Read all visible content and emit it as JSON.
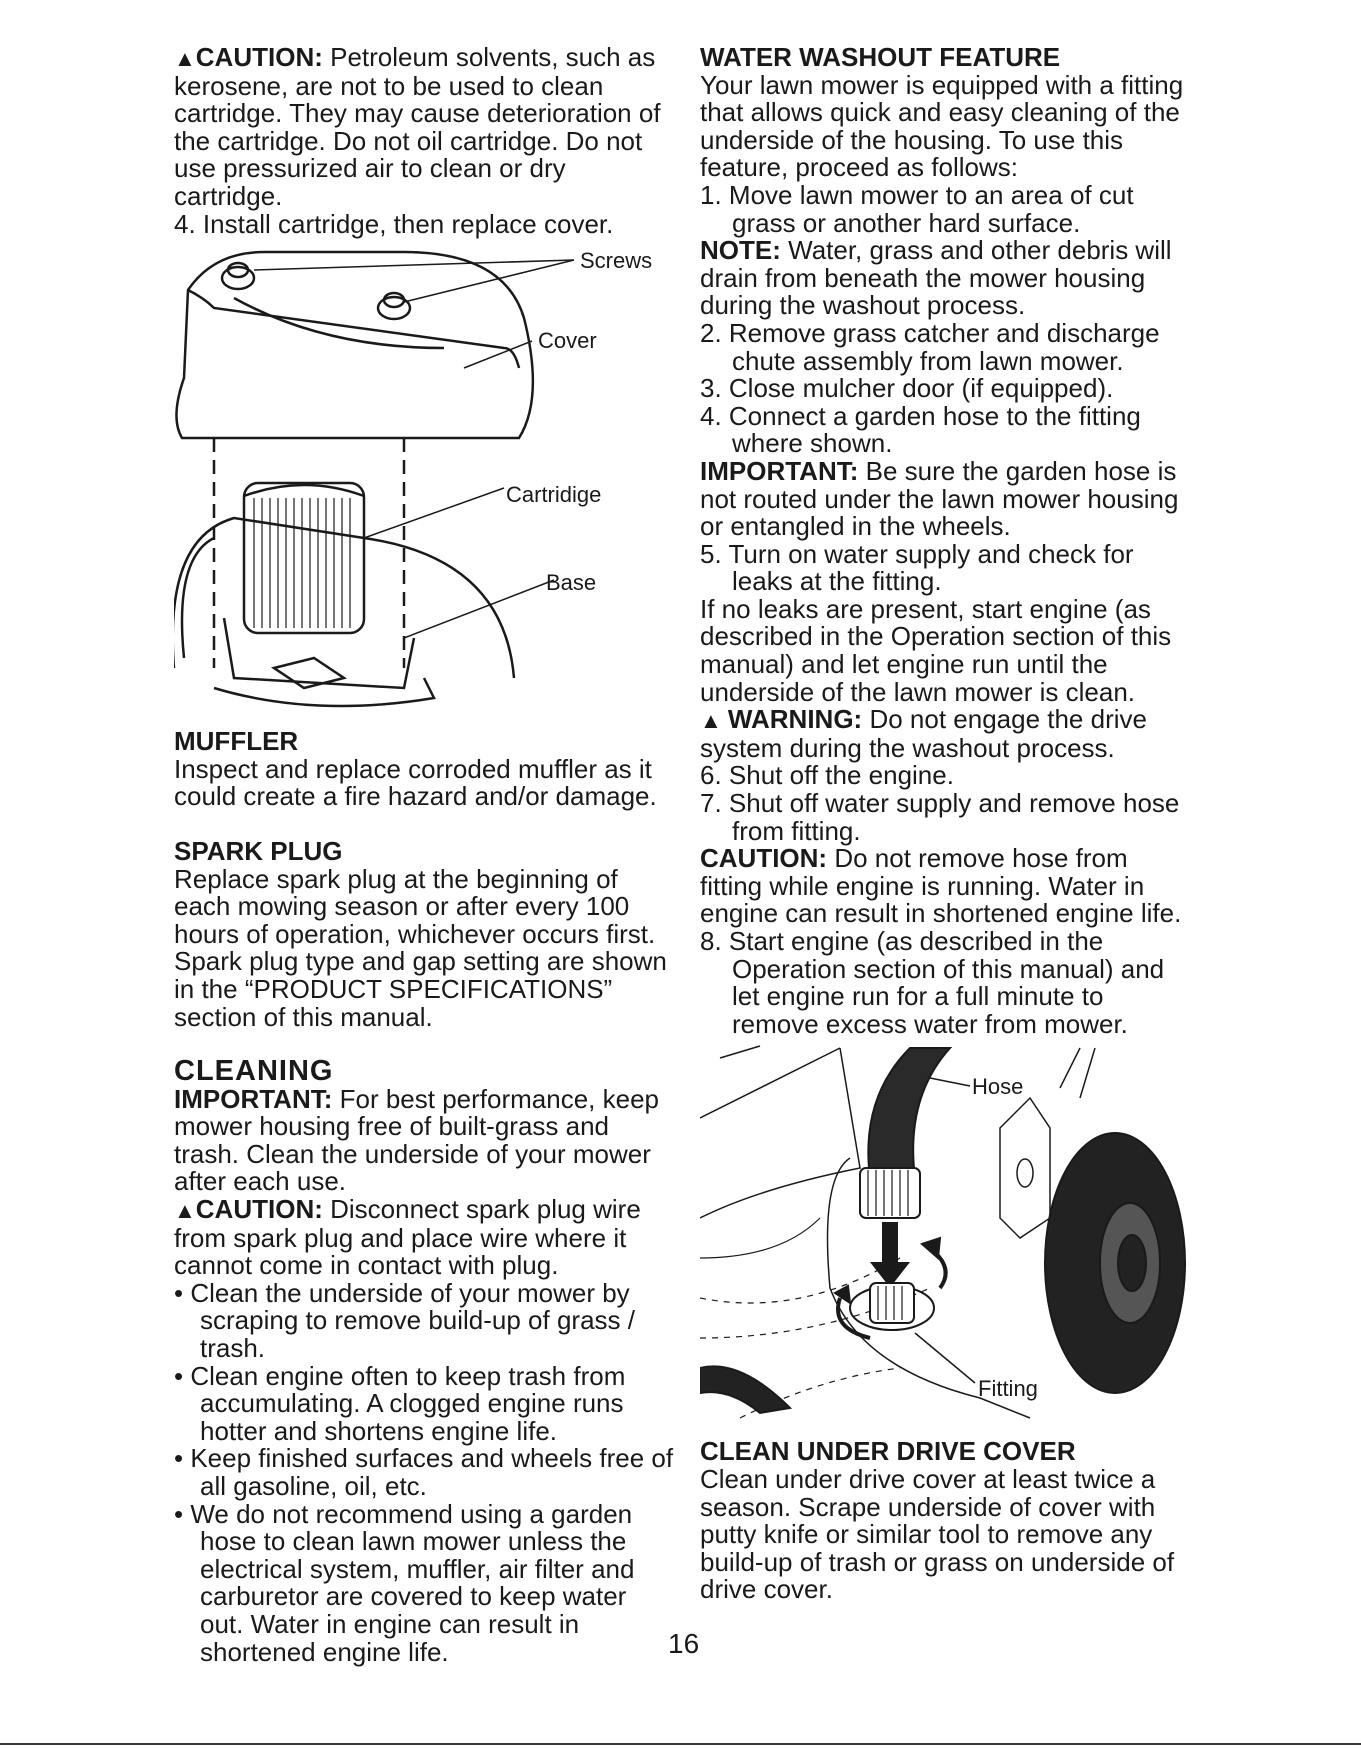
{
  "left": {
    "caution1_label": "CAUTION:",
    "caution1_text": " Petroleum solvents, such as kerosene, are not to be used to clean cartridge. They may cause deterioration of the cartridge. Do not oil cartridge. Do not use pressurized air to clean or dry cartridge.",
    "step4": "4. Install cartridge, then replace cover.",
    "figure1_labels": {
      "screws": "Screws",
      "cover": "Cover",
      "cartridge": "Cartridige",
      "base": "Base"
    },
    "muffler_heading": "MUFFLER",
    "muffler_text": "Inspect and replace corroded muffler as it could create a fire hazard and/or damage.",
    "spark_heading": "SPARK PLUG",
    "spark_text": "Replace spark plug at the beginning of each mowing season or after every 100 hours of operation, whichever occurs first. Spark plug type and gap setting are shown in the “PRODUCT SPECIFICATIONS” section of this manual.",
    "cleaning_heading": "CLEANING",
    "important_label": "IMPORTANT:",
    "important_text": " For best performance, keep mower housing free of built-grass and trash. Clean the underside of your mower after each use.",
    "caution2_label": "CAUTION:",
    "caution2_text": " Disconnect spark plug wire from spark plug and place wire where it cannot come in contact with plug.",
    "bullets": [
      "• Clean the underside of your mower by scraping to remove build-up of grass / trash.",
      "• Clean engine often to keep trash from accumulating. A clogged engine runs hotter and shortens engine life.",
      "• Keep finished surfaces and wheels free of all gasoline, oil, etc.",
      "• We do not recommend using a garden hose to clean lawn mower unless the electrical system, muffler, air filter and carburetor are covered to keep water out. Water in engine can result in shortened engine life."
    ]
  },
  "right": {
    "washout_heading": "WATER WASHOUT FEATURE",
    "washout_intro": "Your lawn mower is equipped with a fitting that allows quick and easy cleaning of the underside of the housing. To use this feature, proceed as follows:",
    "step1": "1. Move lawn mower to an area of cut grass or another hard surface.",
    "note_label": "NOTE:",
    "note_text": " Water, grass and other debris will drain from beneath the mower housing during the washout process.",
    "step2": "2. Remove grass catcher and discharge chute assembly from lawn mower.",
    "step3": "3. Close mulcher door (if equipped).",
    "step4": "4. Connect a garden hose to the fitting where shown.",
    "important_label": "IMPORTANT:",
    "important_text": " Be sure the garden hose is not routed under the lawn mower housing or entangled in the wheels.",
    "step5": "5. Turn on water supply and check for leaks at the fitting.",
    "noleaks_text": "If no leaks are present, start engine (as described in the Operation section of this manual) and let engine run until the underside of the lawn mower is clean.",
    "warning_label": "WARNING:",
    "warning_text": " Do not engage the drive system during the washout process.",
    "step6": "6. Shut off the engine.",
    "step7": "7. Shut off water supply and remove hose from fitting.",
    "caution_label": "CAUTION:",
    "caution_text": " Do not remove hose from fitting while engine is running. Water in engine can result in shortened engine life.",
    "step8": "8. Start engine (as described in the Operation section of this manual) and let engine run for a full minute to remove excess water from mower.",
    "figure2_labels": {
      "hose": "Hose",
      "fitting": "Fitting"
    },
    "drive_heading": "CLEAN UNDER DRIVE COVER",
    "drive_text": "Clean under drive cover at least twice a season. Scrape underside of cover with putty knife or similar tool to remove any build-up of trash or grass on underside of drive cover."
  },
  "page_number": "16"
}
